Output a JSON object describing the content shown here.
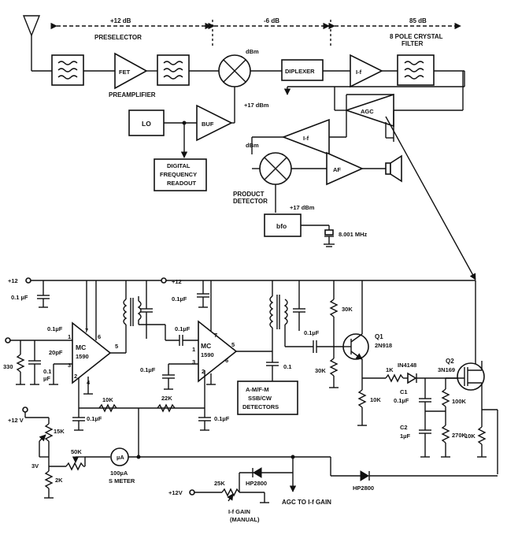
{
  "top": {
    "gain_preselector": "+12 dB",
    "gain_mixer": "-6 dB",
    "gain_if": "85 dB",
    "preselector_label": "PRESELECTOR",
    "preamplifier_label": "PREAMPLIFIER",
    "crystal_filter_label_1": "8 POLE CRYSTAL",
    "crystal_filter_label_2": "FILTER",
    "fet": "FET",
    "lo": "LO",
    "buf": "BUF",
    "dbm_mixer": "dBm",
    "lo_level": "+17 dBm",
    "diplexer": "DIPLEXER",
    "if_amp": "I-f",
    "agc": "AGC",
    "if_amp2": "I-f",
    "af": "AF",
    "dbm_product": "dBm",
    "product_detector_1": "PRODUCT",
    "product_detector_2": "DETECTOR",
    "bfo_level": "+17 dBm",
    "bfo": "bfo",
    "crystal_freq": "8.001 MHz",
    "readout_1": "DIGITAL",
    "readout_2": "FREQUENCY",
    "readout_3": "READOUT"
  },
  "bottom": {
    "supply_left": "+12",
    "supply_mid": "+12",
    "cap_supply1": "0.1 µF",
    "cap_supply2": "0.1µF",
    "cap_in1": "0.1µF",
    "cap_in2": "20pF",
    "cap_in3": "0.1",
    "cap_in3b": "µF",
    "res_330": "330",
    "ic1_1": "MC",
    "ic1_2": "1590",
    "ic2_1": "MC",
    "ic2_2": "1590",
    "pin_1": "1",
    "pin_2": "2",
    "pin_3": "3",
    "pin_4": "4",
    "pin_5": "5",
    "pin_6": "6",
    "pin_7": "7",
    "pin2_2": "2",
    "pin2_3": "3",
    "pin2_5": "5",
    "pin2_6": "6",
    "pin2_7": "7",
    "pin2_1": "1",
    "cap_ic2_in": "0.1µF",
    "cap_ic2_gnd": "0.1µF",
    "cap_ic2_b": "0.1µF",
    "cap_agc1": "0.1µF",
    "res_10k_a": "10K",
    "res_22k": "22K",
    "cap_detect": "0.1",
    "det_1": "A-M/F-M",
    "det_2": "SSB/CW",
    "det_3": "DETECTORS",
    "cap_q1": "0.1µF",
    "res_30k_a": "30K",
    "res_30k_b": "30K",
    "q1": "Q1",
    "q1_part": "2N918",
    "res_1k": "1K",
    "diode_1": "IN4148",
    "q2": "Q2",
    "q2_part": "3N169",
    "res_10k_b": "10K",
    "c1": "C1",
    "c1_val": "0.1µF",
    "c2": "C2",
    "c2_val": "1µF",
    "res_100k": "100K",
    "res_270k": "270K",
    "res_10k_c": "10K",
    "supply_left2": "+12 V",
    "res_15k": "15K",
    "v3": "3V",
    "res_2k": "2K",
    "res_50k": "50K",
    "meter_1": "100µA",
    "meter_2": "S METER",
    "supply_bot": "+12V",
    "res_25k": "25K",
    "diode_hp_a": "HP2800",
    "diode_hp_b": "HP2800",
    "ifgain_1": "I-f GAIN",
    "ifgain_2": "(MANUAL)",
    "agc_out": "AGC TO I-f GAIN"
  }
}
